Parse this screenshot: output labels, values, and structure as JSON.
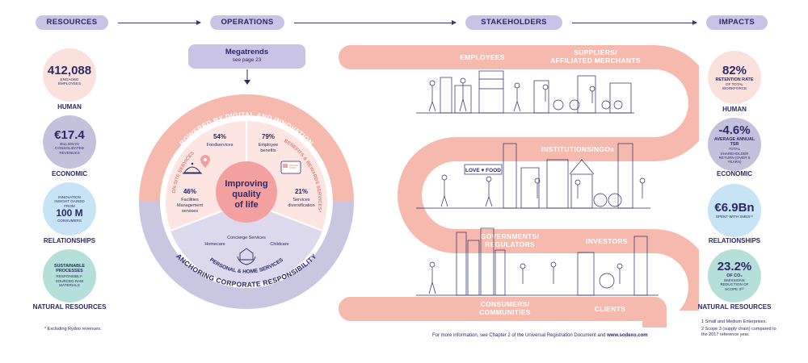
{
  "headers": {
    "resources": "RESOURCES",
    "operations": "OPERATIONS",
    "stakeholders": "STAKEHOLDERS",
    "impacts": "IMPACTS"
  },
  "resources": [
    {
      "value": "412,088",
      "sub": "ENGAGED EMPLOYEES",
      "label": "HUMAN",
      "color": "#fbe1dc"
    },
    {
      "value": "€17.4",
      "sub": "BILLION IN CONSOLIDATED REVENUES",
      "label": "ECONOMIC",
      "color": "#c4c1dc"
    },
    {
      "pre": "INNOVATION INSIGHT GAINED FROM",
      "value": "100 M",
      "sub": "CONSUMERS",
      "label": "RELATIONSHIPS",
      "color": "#c6e4f5"
    },
    {
      "value": "SUSTAINABLE PROCESSES",
      "sub": "RESPONSIBLY-SOURCED RAW MATERIALS",
      "label": "NATURAL RESOURCES",
      "color": "#b5dfd9"
    }
  ],
  "resources_footnote": "* Excluding Rydoo revenues.",
  "operations": {
    "megatrends_title": "Megatrends",
    "megatrends_sub": "see page 23",
    "ring_top": "POWERED BY DIGITAL AND INNOVATION",
    "ring_bottom": "ANCHORING CORPORATE RESPONSIBILITY",
    "onsite": "ON-SITE SERVICES",
    "benefits": "BENEFITS & REWARDS SERVICES*",
    "personal": "PERSONAL & HOME SERVICES",
    "center_l1": "Improving",
    "center_l2": "quality",
    "center_l3": "of life",
    "foodservices_pct": "54%",
    "foodservices": "Foodservices",
    "benefits_pct": "79%",
    "benefits_l1": "Employee",
    "benefits_l2": "benefits",
    "facilities_pct": "46%",
    "facilities_l1": "Facilities",
    "facilities_l2": "Management",
    "facilities_l3": "services",
    "diversification_pct": "21%",
    "diversification_l1": "Services",
    "diversification_l2": "diversification",
    "concierge": "Concierge Services",
    "homecare": "Homecare",
    "childcare": "Childcare"
  },
  "stakeholders": {
    "employees": "EMPLOYEES",
    "suppliers_l1": "SUPPLIERS/",
    "suppliers_l2": "AFFILIATED MERCHANTS",
    "institutions": "INSTITUTIONS/NGOs",
    "governments_l1": "GOVERNMENTS/",
    "governments_l2": "REGULATORS",
    "investors": "INVESTORS",
    "consumers_l1": "CONSUMERS/",
    "consumers_l2": "COMMUNITIES",
    "clients": "CLIENTS",
    "sign": "LOVE ♥ FOOD",
    "more_info_prefix": "For more information, see Chapter 2 of the Universal Registration Document and ",
    "more_info_link": "www.sodexo.com"
  },
  "impacts": [
    {
      "value": "82%",
      "sub": "RETENTION RATE",
      "sub2": "OF TOTAL WORKFORCE",
      "label": "HUMAN",
      "color": "#fbe1dc"
    },
    {
      "value": "-4.6%",
      "sub": "AVERAGE ANNUAL TSR",
      "sub2": "TOTAL SHAREHOLDER RETURN (OVER 5 YEARS)",
      "label": "ECONOMIC",
      "color": "#c4c1dc"
    },
    {
      "value": "€6.9Bn",
      "sub": "SPENT WITH SMEs⁽¹⁾",
      "sub2": "",
      "label": "RELATIONSHIPS",
      "color": "#c6e4f5"
    },
    {
      "value": "23.2%",
      "sub": "OF CO₂",
      "sub2": "EMISSIONS REDUCTION OF SCOPE 3⁽²⁾",
      "label": "NATURAL RESOURCES",
      "color": "#b5dfd9"
    }
  ],
  "impacts_footnotes": [
    "1  Small and Medium Enterprises.",
    "2  Scope 3 (supply chain) compared to the 2017 reference year."
  ],
  "colors": {
    "navy": "#2b2a66",
    "lavender": "#c9c3e6",
    "salmon": "#f6b9ae",
    "salmon_light": "#fbe1dc",
    "ring_lavender": "#c8c6e0"
  }
}
